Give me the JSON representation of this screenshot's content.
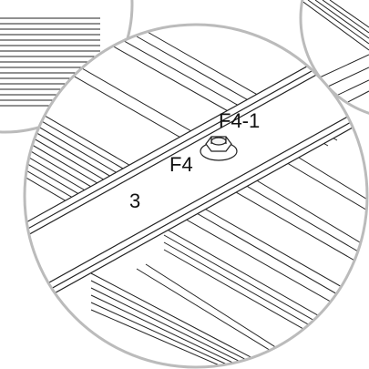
{
  "diagram": {
    "labels": {
      "fastener_assembly": "F4-1",
      "fastener": "F4",
      "part_number": "3"
    }
  }
}
